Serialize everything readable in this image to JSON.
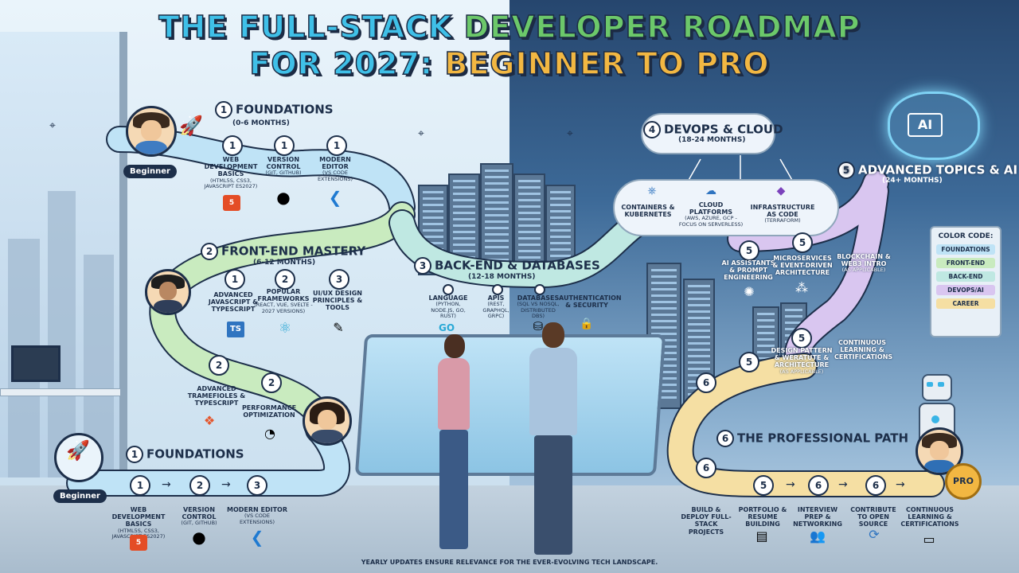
{
  "title": {
    "line1_a": "THE FULL-STACK ",
    "line1_b": "DEVELOPER ROADMAP",
    "line2_a": "FOR 2027: ",
    "line2_b": "BEGINNER TO PRO"
  },
  "beginner_top": "Beginner",
  "beginner_bottom": "Beginner",
  "stage1": {
    "title": "FOUNDATIONS",
    "num": "1",
    "duration": "(0-6 MONTHS)",
    "items": [
      {
        "num": "1",
        "label": "WEB DEVELOPMENT BASICS",
        "sub": "(HTML5S, CSS3, JAVASCRIPT ES2027)",
        "icon": "html5-icon"
      },
      {
        "num": "1",
        "label": "VERSION CONTROL",
        "sub": "(GIT, GITHUB)",
        "icon": "github-icon"
      },
      {
        "num": "1",
        "label": "MODERN EDITOR",
        "sub": "(VS CODE EXTENSIONS)",
        "icon": "vscode-icon"
      }
    ]
  },
  "stage2": {
    "title": "FRONT-END MASTERY",
    "num": "2",
    "duration": "(6-12 MONTHS)",
    "items": [
      {
        "num": "1",
        "label": "ADVANCED JAVASCRIPT & TYPESCRIPT",
        "icon": "typescript-icon"
      },
      {
        "num": "2",
        "label": "POPULAR FRAMEWORKS",
        "sub": "(REACT, VUE, SVELTE - 2027 versions)",
        "icon": "react-icon"
      },
      {
        "num": "3",
        "label": "UI/UX DESIGN PRINCIPLES & TOOLS",
        "icon": "design-icon"
      },
      {
        "num": "2",
        "label": "ADVANCED TRAMEFIOLES & TYPESCRIPT",
        "icon": "framework-icon"
      },
      {
        "num": "2",
        "label": "PERFORMANCE OPTIMIZATION",
        "icon": "gauge-icon"
      }
    ]
  },
  "stage3": {
    "title": "BACK-END & DATABASES",
    "num": "3",
    "duration": "(12-18 MONTHS)",
    "items": [
      {
        "label": "LANGUAGE",
        "sub": "(PYTHON, NODE.JS, GO, RUST)",
        "icon": "go-icon",
        "icon_text": "GO"
      },
      {
        "label": "APIS",
        "sub": "(REST, GRAPHQL, gRPC)"
      },
      {
        "label": "DATABASES",
        "sub": "(SQL vs NoSQL, DISTRIBUTED DBs)",
        "icon": "database-icon"
      },
      {
        "label": "AUTHENTICATION & SECURITY",
        "icon": "lock-icon"
      }
    ]
  },
  "stage4": {
    "title": "DEVOPS & CLOUD",
    "num": "4",
    "duration": "(18-24 MONTHS)",
    "items": [
      {
        "label": "CONTAINERS & KUBERNETES"
      },
      {
        "label": "CLOUD PLATFORMS",
        "sub": "(AWS, AZURE, GCP - focus on serverless)"
      },
      {
        "label": "INFRASTRUCTURE AS CODE",
        "sub": "(TERRAFORM)"
      }
    ]
  },
  "stage5": {
    "title": "ADVANCED TOPICS & AI",
    "num": "5",
    "duration": "(24+ MONTHS)",
    "items": [
      {
        "num": "5",
        "label": "AI ASSISTANTS & PROMPT ENGINEERING",
        "icon": "brain-icon"
      },
      {
        "num": "5",
        "label": "MICROSERVICES & EVENT-DRIVEN ARCHITECTURE",
        "icon": "network-icon"
      },
      {
        "label": "BLOCKCHAIN & WEB3 INTRO",
        "sub": "(as applicable)"
      },
      {
        "num": "5",
        "label": "DESIGN PATTERN & WERATUTE & ARCHITECTURE",
        "sub": "(as applicable)"
      },
      {
        "label": "CONTINUOUS LEARNING & CERTIFICATIONS"
      }
    ],
    "extra_node": "5",
    "ai_label": "AI"
  },
  "stage6": {
    "title": "THE PROFESSIONAL PATH",
    "num": "6",
    "items": [
      {
        "num": "6",
        "label": "BUILD & DEPLOY FULL-STACK PROJECTS"
      },
      {
        "num": "5",
        "label": "PORTFOLIO & RESUME BUILDING",
        "icon": "document-icon"
      },
      {
        "num": "6",
        "label": "INTERVIEW PREP & NETWORKING",
        "icon": "people-icon"
      },
      {
        "num": "6",
        "label": "CONTRIBUTE TO OPEN SOURCE",
        "icon": "opensource-icon"
      },
      {
        "label": "CONTINUOUS LEARNING & CERTIFICATIONS",
        "icon": "certificate-icon"
      }
    ],
    "path_node": "6",
    "pro_label": "PRO"
  },
  "bottom_path": {
    "title": "FOUNDATIONS",
    "num": "1",
    "items": [
      {
        "num": "1",
        "label": "WEB DEVELOPMENT BASICS",
        "sub": "(HTML5S, CSS3, JAVASCRIPT ES2027)",
        "icon": "html5-icon"
      },
      {
        "num": "2",
        "label": "VERSION CONTROL",
        "sub": "(GIT, GITHUB)",
        "icon": "github-icon"
      },
      {
        "num": "3",
        "label": "MODERN EDITOR",
        "sub": "(VS CODE EXTENSIONS)",
        "icon": "vscode-icon"
      }
    ]
  },
  "legend": {
    "title": "COLOR CODE:",
    "items": [
      {
        "label": "FOUNDATIONS",
        "color": "#bfe3f6"
      },
      {
        "label": "FRONT-END",
        "color": "#c9ebbf"
      },
      {
        "label": "BACK-END",
        "color": "#bfe8e2"
      },
      {
        "label": "DEVOPS/AI",
        "color": "#d9c6f0"
      },
      {
        "label": "CAREER",
        "color": "#f5dfa3"
      }
    ]
  },
  "footer": "YEARLY UPDATES ENSURE RELEVANCE FOR THE EVER-EVOLVING TECH LANDSCAPE.",
  "colors": {
    "foundations": "#8fd0f0",
    "frontend": "#a6dd8f",
    "backend": "#8fd8cf",
    "devops_ai": "#b89be6",
    "career": "#f2cd6a",
    "outline": "#1d2f4a"
  }
}
